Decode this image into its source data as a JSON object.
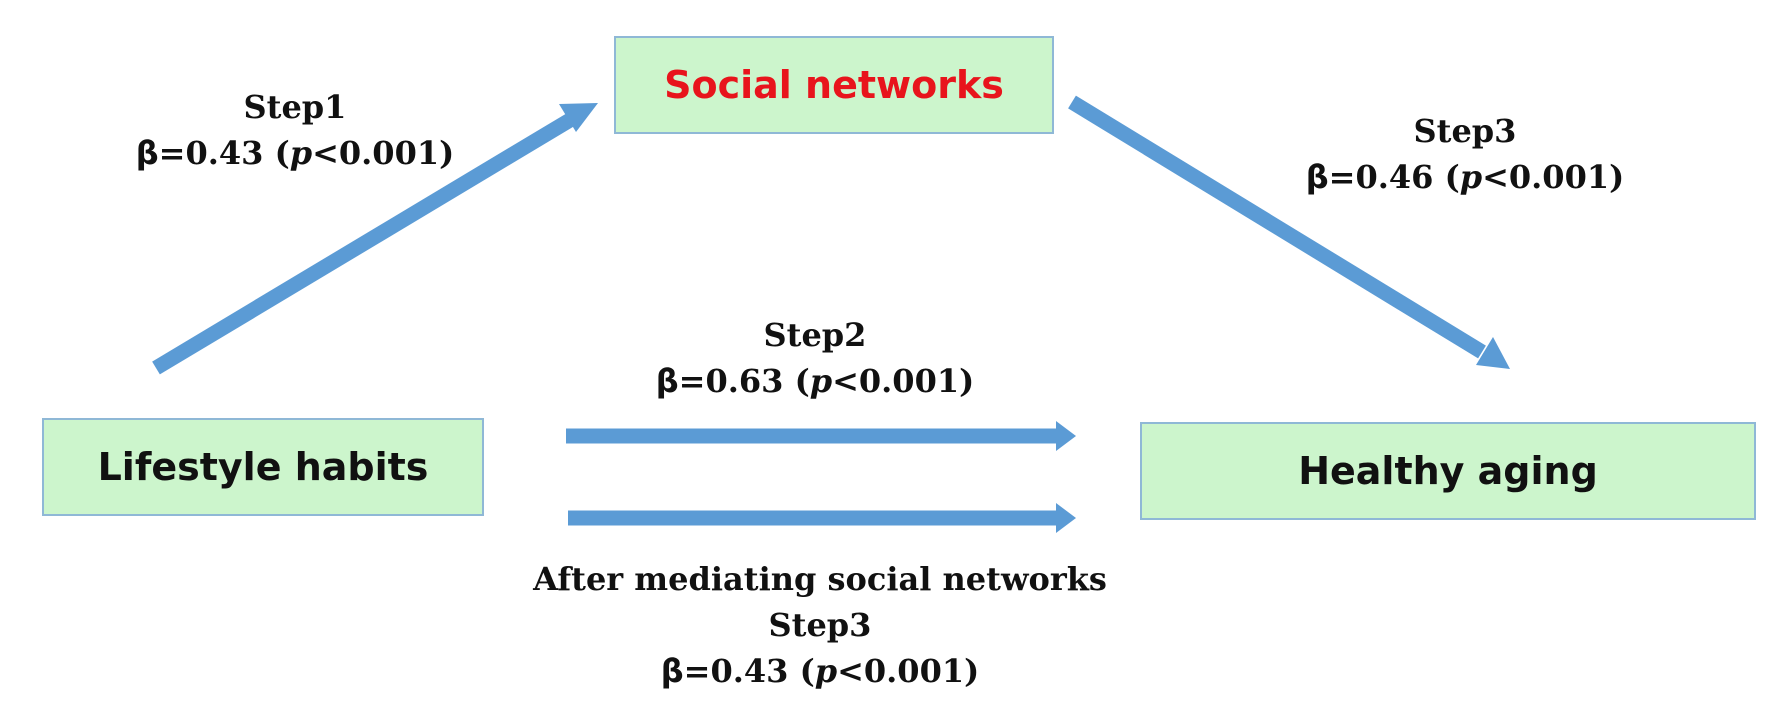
{
  "nodes": {
    "social_networks": {
      "label": "Social networks",
      "text_color": "#e8141c"
    },
    "lifestyle_habits": {
      "label": "Lifestyle habits",
      "text_color": "#111111"
    },
    "healthy_aging": {
      "label": "Healthy aging",
      "text_color": "#111111"
    }
  },
  "colors": {
    "node_fill": "#ccf5cc",
    "node_border": "#8fb8d6",
    "arrow": "#5b9bd5"
  },
  "edges": {
    "step1": {
      "step": "Step1",
      "beta_symbol": "β",
      "beta_value": "=0.43 (",
      "p_symbol": "p",
      "p_value": "<0.001)"
    },
    "step3": {
      "step": "Step3",
      "beta_symbol": "β",
      "beta_value": "=0.46 (",
      "p_symbol": "p",
      "p_value": "<0.001)"
    },
    "step2": {
      "step": "Step2",
      "beta_symbol": "β",
      "beta_value": "=0.63 (",
      "p_symbol": "p",
      "p_value": "<0.001)"
    },
    "mediated": {
      "caption": "After mediating social networks",
      "step": "Step3",
      "beta_symbol": "β",
      "beta_value": "=0.43 (",
      "p_symbol": "p",
      "p_value": "<0.001)"
    }
  }
}
